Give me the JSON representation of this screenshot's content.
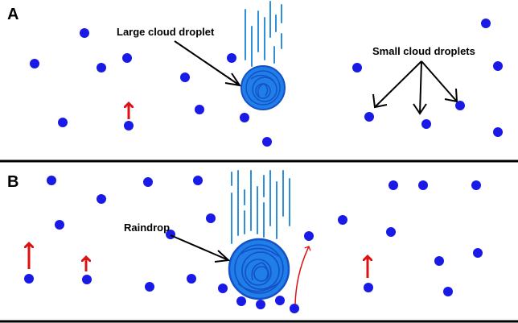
{
  "panels": [
    {
      "letter": "A",
      "labels": {
        "large_droplet": "Large cloud droplet",
        "small_droplets": "Small cloud droplets"
      }
    },
    {
      "letter": "B",
      "labels": {
        "raindrop": "Raindrop"
      }
    }
  ],
  "colors": {
    "droplet": "#1a1ae6",
    "large_drop_fill": "#1f7ee8",
    "large_drop_swirl": "#1450c8",
    "fall_streak": "#2f8fd8",
    "updraft_arrow": "#dd1111",
    "pointer_arrow": "#000000",
    "divider": "#000000"
  }
}
